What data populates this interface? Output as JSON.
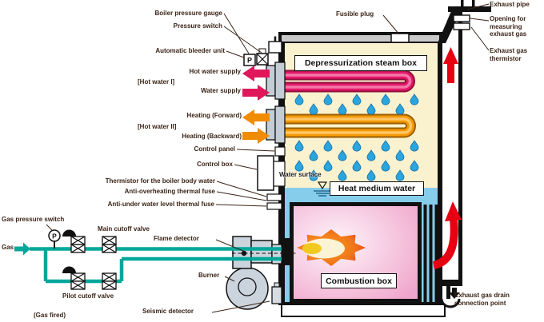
{
  "labels": {
    "boiler_pressure_gauge": "Boiler pressure gauge",
    "pressure_switch": "Pressure switch",
    "automatic_bleeder_unit": "Automatic bleeder unit",
    "hot_water_supply": "Hot water supply",
    "hot_water_circuit_1": "[Hot water I]",
    "water_supply": "Water supply",
    "heating_forward": "Heating (Forward)",
    "hot_water_circuit_2": "[Hot water II]",
    "heating_backward": "Heating (Backward)",
    "control_panel": "Control panel",
    "control_box": "Control box",
    "thermistor_boiler_body": "Thermistor for the boiler body water",
    "anti_overheating_fuse": "Anti-overheating thermal fuse",
    "anti_under_water_fuse": "Anti-under water level thermal fuse",
    "gas_pressure_switch": "Gas pressure switch",
    "main_cutoff_valve": "Main cutoff valve",
    "flame_detector": "Flame detector",
    "gas": "Gas",
    "pilot_cutoff_valve": "Pilot cutoff valve",
    "burner": "Burner",
    "gas_fired": "(Gas fired)",
    "seismic_detector": "Seismic detector",
    "fusible_plug": "Fusible plug",
    "exhaust_pipe": "Exhaust pipe",
    "opening_for_measuring": "Opening for\nmeasuring\nexhaust gas",
    "exhaust_gas_thermistor": "Exhaust gas\nthermistor",
    "exhaust_gas_drain": "Exhaust gas drain\nconnection point",
    "depressurization_steam_box": "Depressurization steam box",
    "water_surface": "Water\nsurface",
    "heat_medium_water": "Heat medium water",
    "combustion_box": "Combustion box"
  },
  "icons": {
    "gauge_letter": "P",
    "water_surface_marker": "water-level-triangle"
  },
  "colors": {
    "label_text": "#3B2417",
    "hot_water_arrow": "#E0175B",
    "heating_arrow": "#F08C00",
    "gas_pipe": "#00A79B",
    "exhaust_arrow": "#E60012",
    "steam_area": "#FAF2CF",
    "water_area": "#85CDEA",
    "combustion_pink": "#F0A6CC",
    "droplet_blue": "#2BA5DE"
  }
}
